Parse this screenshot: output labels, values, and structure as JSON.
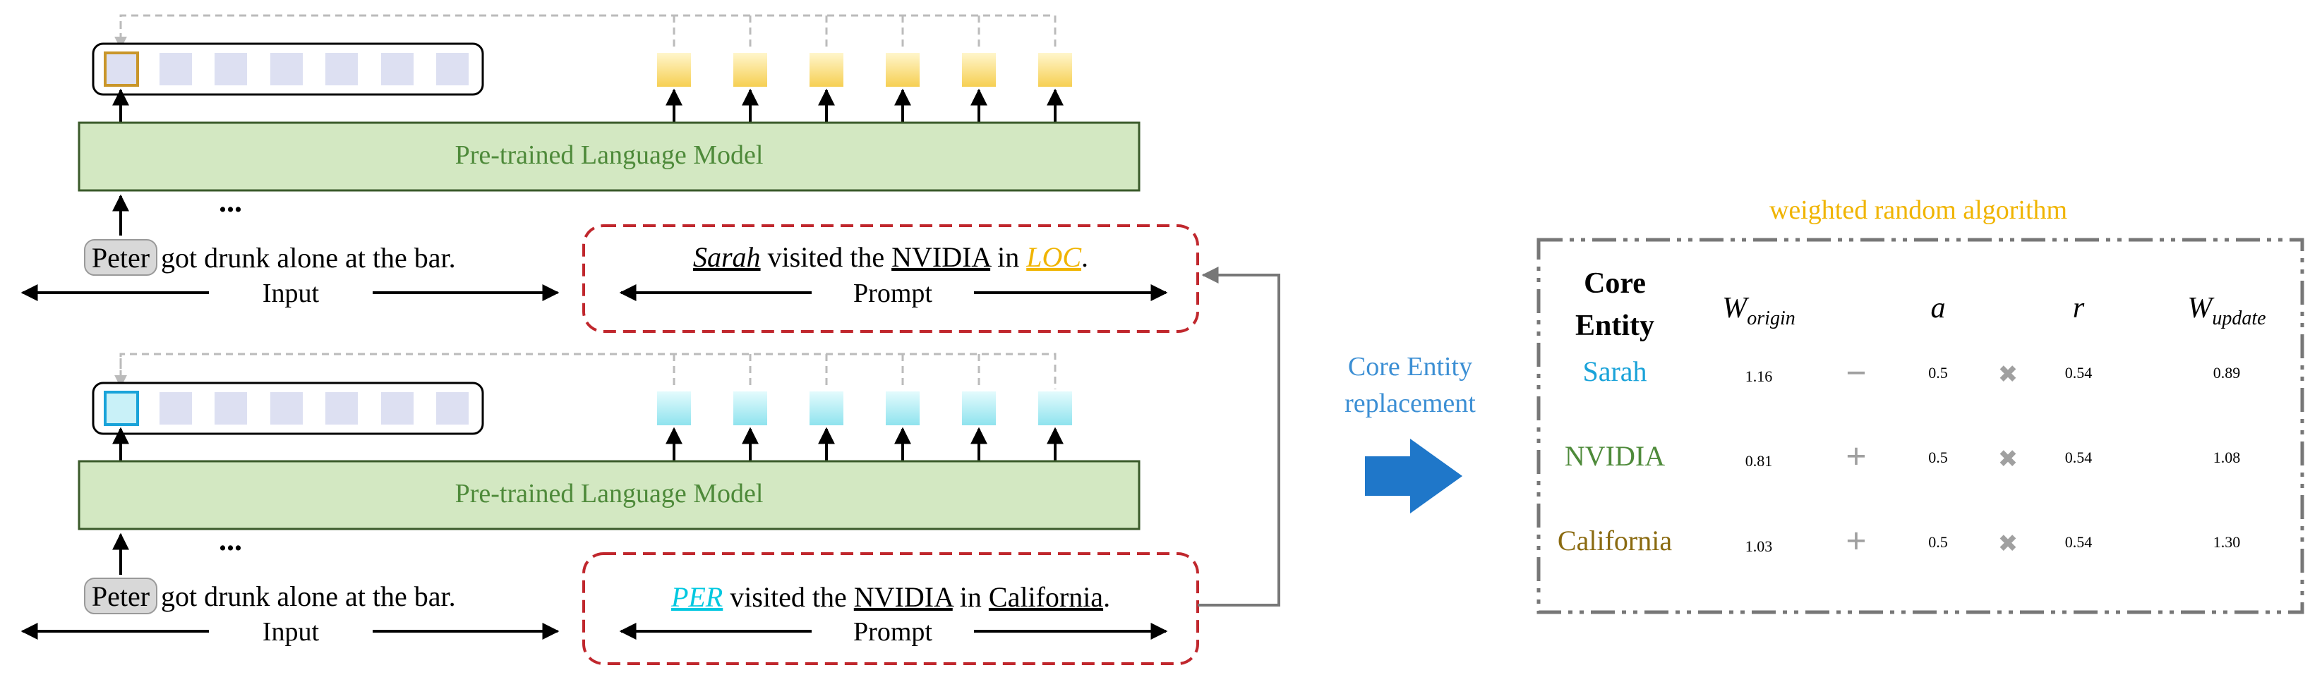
{
  "top_panel": {
    "plm_label": "Pre-trained Language Model",
    "ellipsis": "...",
    "input_entity": "Peter",
    "input_rest": "got drunk alone at the bar.",
    "input_label": "Input",
    "prompt_entity": "Sarah",
    "prompt_mid": "visited the",
    "prompt_org": "NVIDIA",
    "prompt_in": "in",
    "prompt_slot": "LOC",
    "prompt_end": ".",
    "prompt_label": "Prompt"
  },
  "bottom_panel": {
    "plm_label": "Pre-trained Language Model",
    "ellipsis": "...",
    "input_entity": "Peter",
    "input_rest": "got drunk alone at the bar.",
    "input_label": "Input",
    "prompt_slot": "PER",
    "prompt_mid": "visited the",
    "prompt_org": "NVIDIA",
    "prompt_in": "in",
    "prompt_entity": "California",
    "prompt_end": ".",
    "prompt_label": "Prompt"
  },
  "replacement": {
    "line1": "Core Entity",
    "line2": "replacement"
  },
  "algorithm": {
    "title": "weighted random algorithm",
    "header_core_line1": "Core",
    "header_core_line2": "Entity",
    "header_w": "W",
    "header_w_origin_sub": "origin",
    "header_a": "a",
    "header_r": "r",
    "header_w_update_sub": "update",
    "rows": [
      {
        "entity": "Sarah",
        "w_origin": "1.16",
        "op": "−",
        "a": "0.5",
        "mult": "✖",
        "r": "0.54",
        "w_update": "0.89"
      },
      {
        "entity": "NVIDIA",
        "w_origin": "0.81",
        "op": "+",
        "a": "0.5",
        "mult": "✖",
        "r": "0.54",
        "w_update": "1.08"
      },
      {
        "entity": "California",
        "w_origin": "1.03",
        "op": "+",
        "a": "0.5",
        "mult": "✖",
        "r": "0.54",
        "w_update": "1.30"
      }
    ]
  },
  "colors": {
    "plm_fill": "#d3e8c2",
    "plm_border": "#3a5a2a",
    "plm_text": "#4e8a3a",
    "prompt_border": "#c0272d",
    "slot_loc": "#f0b400",
    "slot_per": "#00c8e0",
    "sarah": "#1aa3d9",
    "nvidia": "#4e8a3a",
    "california": "#8a6a10",
    "title": "#f0b400",
    "replacement_text": "#3c8fd4",
    "arrow_blue": "#1f77c9",
    "op_gray": "#a0a0a0"
  }
}
